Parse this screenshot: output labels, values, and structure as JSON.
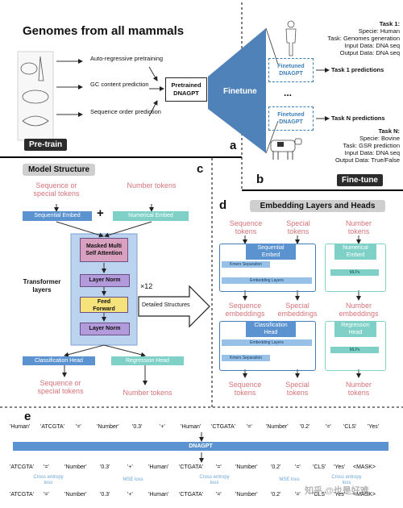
{
  "panel_a": {
    "title": "Genomes from all mammals",
    "tasks": [
      "Auto-regressive pretraining",
      "GC content prediction",
      "Sequence order prediction"
    ],
    "model": "Pretrained\nDNAGPT",
    "finetune": "Finetune",
    "pretrain_label": "Pre-train",
    "letter": "a"
  },
  "panel_b": {
    "task1": {
      "title": "Task 1:",
      "lines": [
        "Specie: Human",
        "Task: Genomes generation",
        "Input Data: DNA seq",
        "Output Data: DNA seq"
      ]
    },
    "finetuned_label": "Finetuned\nDNAGPT",
    "task1_pred": "Task 1 predictions",
    "ellipsis": "...",
    "taskN_pred": "Task N predictions",
    "taskN": {
      "title": "Task N:",
      "lines": [
        "Specie: Bovine",
        "Task: GSR prediction",
        "Input Data: DNA seq",
        "Output Data: True/False"
      ]
    },
    "letter": "b",
    "finetune_label": "Fine-tune"
  },
  "panel_c": {
    "title": "Model Structure",
    "letter": "c",
    "seq_tokens": "Sequence or\nspecial tokens",
    "num_tokens": "Number tokens",
    "seq_embed": "Sequential Embed",
    "num_embed": "Numerical Embed",
    "plus": "+",
    "attention": "Masked Multi\nSelf Attention",
    "layer_norm_1": "Layer Norm",
    "feed_forward": "Feed\nForward",
    "layer_norm_2": "Layer Norm",
    "transformer": "Transformer\nlayers",
    "repeat": "×12",
    "detailed": "Detailed Structures",
    "cls_head": "Classification Head",
    "reg_head": "Regression Head",
    "out_seq": "Sequence or\nspecial tokens",
    "out_num": "Number tokens"
  },
  "panel_d": {
    "title": "Embedding Layers and Heads",
    "letter": "d",
    "in_seq": "Sequence\ntokens",
    "in_special": "Special\ntokens",
    "in_num": "Number\ntokens",
    "seq_embed": "Sequential\nEmbed",
    "kmers1": "Kmers  Separation",
    "emb_layers1": "Embedding Layers",
    "num_embed": "Numerical\nEmbed",
    "mlps1": "MLPs",
    "mid_seq": "Sequence\nembeddings",
    "mid_special": "Special\nembeddings",
    "mid_num": "Number\nembeddings",
    "cls_head": "Classification\nHead",
    "emb_layers2": "Embedding Layers",
    "kmers2": "Kmers  Separation",
    "reg_head": "Regression\nHead",
    "mlps2": "MLPs",
    "out_seq": "Sequence\ntokens",
    "out_special": "Special\ntokens",
    "out_num": "Number\ntokens"
  },
  "panel_e": {
    "letter": "e",
    "input_row": [
      "'Human'",
      "'ATCGTA'",
      "'='",
      "'Number'",
      "'0.3'",
      "'+'",
      "'Human'",
      "'CTGATA'",
      "'='",
      "'Number'",
      "'0.2'",
      "'='",
      "'CLS'",
      "'Yes'"
    ],
    "model": "DNAGPT",
    "output_row": [
      "'ATCGTA'",
      "'='",
      "'Number'",
      "'0.3'",
      "'+'",
      "'Human'",
      "'CTGATA'",
      "'='",
      "'Number'",
      "'0.2'",
      "'='",
      "'CLS'",
      "'Yes'",
      "<MASK>"
    ],
    "losses": [
      "Cross entropy\nloss",
      "MSE loss",
      "Cross entropy\nloss",
      "MSE loss",
      "Cross entropy\nloss"
    ],
    "target_row": [
      "'ATCGTA'",
      "'='",
      "'Number'",
      "'0.3'",
      "'+'",
      "'Human'",
      "'CTGATA'",
      "'='",
      "'Number'",
      "'0.2'",
      "'='",
      "'CLS'",
      "'Yes'",
      "<MASK>"
    ]
  },
  "watermark": "知乎 @也是好难"
}
